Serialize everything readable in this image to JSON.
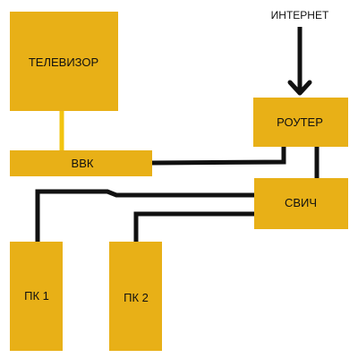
{
  "colors": {
    "block_fill": "#E8B017",
    "wire_black": "#111111",
    "wire_yellow": "#F2C40F",
    "background": "#FFFFFF"
  },
  "nodes": {
    "tv": "ТЕЛЕВИЗОР",
    "vvk": "ВВК",
    "router": "РОУТЕР",
    "switch": "СВИЧ",
    "pc1": "ПК 1",
    "pc2": "ПК 2"
  },
  "external": {
    "internet": "ИНТЕРНЕТ"
  },
  "connections": [
    {
      "from": "internet",
      "to": "router",
      "style": "arrow"
    },
    {
      "from": "tv",
      "to": "vvk",
      "style": "yellow-line"
    },
    {
      "from": "vvk",
      "to": "router",
      "style": "black-line"
    },
    {
      "from": "router",
      "to": "switch",
      "style": "black-line"
    },
    {
      "from": "switch",
      "to": "pc1",
      "style": "black-line"
    },
    {
      "from": "switch",
      "to": "pc2",
      "style": "black-line"
    }
  ]
}
